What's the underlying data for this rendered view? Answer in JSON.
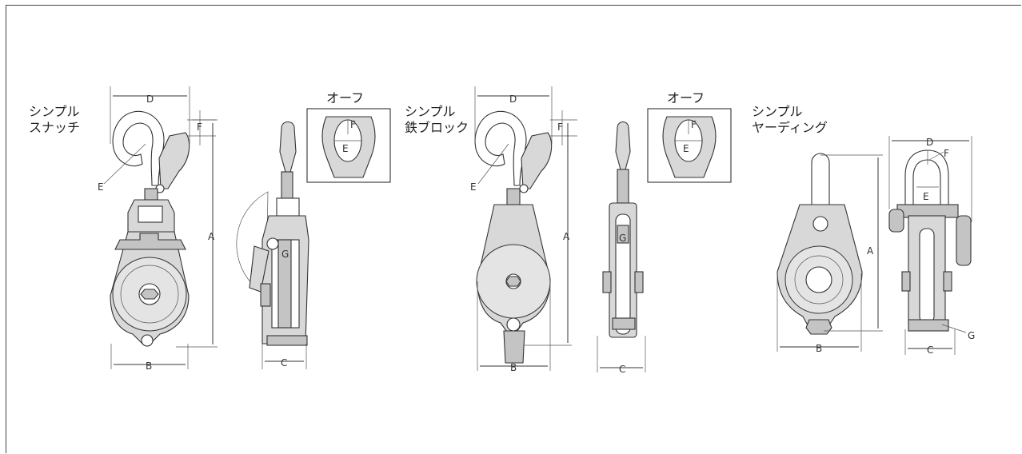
{
  "products": [
    {
      "name_lines": [
        "シンプル",
        "スナッチ"
      ]
    },
    {
      "name_lines": [
        "シンプル",
        "鉄ブロック"
      ]
    },
    {
      "name_lines": [
        "シンプル",
        "ヤーディング"
      ]
    }
  ],
  "eye_views": [
    {
      "title": "オーフ"
    },
    {
      "title": "オーフ"
    }
  ],
  "dimension_labels": {
    "A": "A",
    "B": "B",
    "C": "C",
    "D": "D",
    "E": "E",
    "F": "F",
    "G": "G"
  }
}
